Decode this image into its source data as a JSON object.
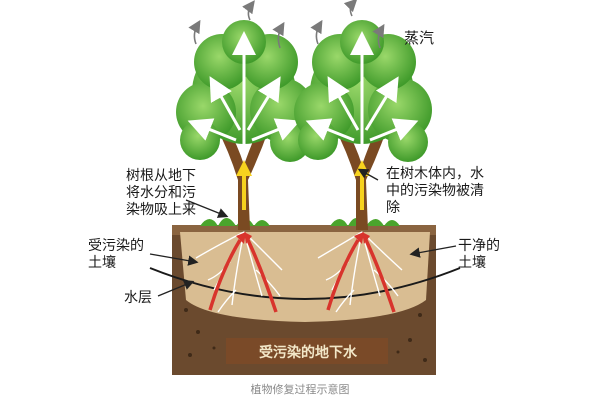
{
  "labels": {
    "steam": "蒸汽",
    "roots_absorb": [
      "树根从地下",
      "将水分和污",
      "染物吸上来"
    ],
    "removed_in_tree": [
      "在树木体内，水",
      "中的污染物被清",
      "除"
    ],
    "polluted_soil": [
      "受污染的",
      "土壤"
    ],
    "clean_soil": [
      "干净的",
      "土壤"
    ],
    "water_layer": "水层",
    "groundwater": "受污染的地下水"
  },
  "caption": "植物修复过程示意图",
  "colors": {
    "soil_dark": "#6b4a2e",
    "soil_light": "#d9bd92",
    "groundwater": "#7a4a28",
    "leaf": "#5fb53a",
    "leaf_light": "#8fd162",
    "trunk": "#7a4a22",
    "flow_up": "#f7d21e",
    "flow_red": "#d8342c",
    "flow_white": "#ffffff"
  }
}
